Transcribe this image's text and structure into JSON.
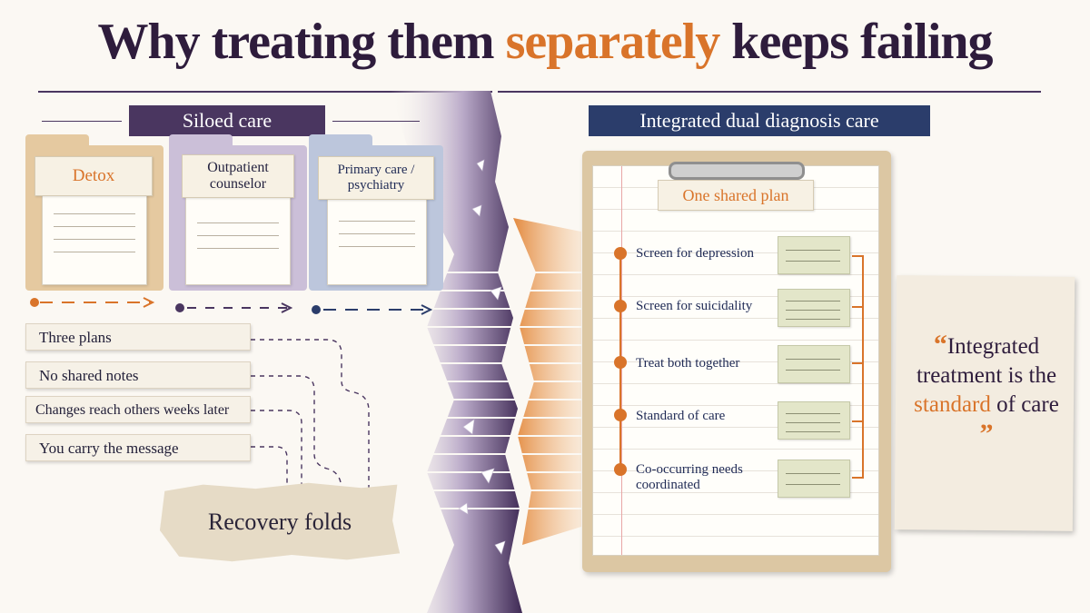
{
  "title": {
    "before": "Why treating them ",
    "highlight": "separately",
    "after": " keeps failing"
  },
  "siloed": {
    "banner": "Siloed care",
    "folders": [
      {
        "label": "Detox",
        "color": "#e5c9a0",
        "label_color": "#d9742a"
      },
      {
        "label": "Outpatient counselor",
        "color": "#cbbfd8",
        "label_color": "#24223f"
      },
      {
        "label": "Primary care / psychiatry",
        "color": "#bcc6dc",
        "label_color": "#1f2a55"
      }
    ],
    "problems": [
      "Three plans",
      "No shared notes",
      "Changes reach others weeks later",
      "You carry the message"
    ],
    "outcome": "Recovery folds"
  },
  "integrated": {
    "banner": "Integrated dual diagnosis care",
    "plan_label": "One shared plan",
    "steps": [
      "Screen for depression",
      "Screen for suicidality",
      "Treat both together",
      "Standard of care",
      "Co-occurring needs coordinated"
    ]
  },
  "quote": {
    "open": "“",
    "before": "Integrated treatment is the ",
    "highlight": "standard",
    "after": " of care",
    "close": "”"
  },
  "colors": {
    "accent": "#d9742a",
    "purple": "#4a3660",
    "navy": "#2b3d6b"
  }
}
